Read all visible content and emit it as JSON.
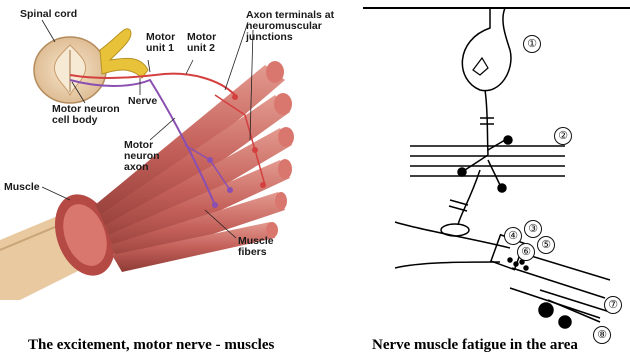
{
  "left_figure": {
    "labels": {
      "spinal_cord": "Spinal cord",
      "motor_unit_1": "Motor\nunit 1",
      "motor_unit_2": "Motor\nunit 2",
      "axon_terminals": "Axon terminals at\nneuromuscular\njunctions",
      "nerve": "Nerve",
      "motor_neuron_cell_body": "Motor neuron\ncell body",
      "motor_neuron_axon": "Motor\nneuron\naxon",
      "muscle": "Muscle",
      "muscle_fibers": "Muscle\nfibers"
    },
    "caption": "The excitement, motor nerve - muscles"
  },
  "right_figure": {
    "markers": [
      "①",
      "②",
      "③",
      "④",
      "⑤",
      "⑥",
      "⑦",
      "⑧"
    ],
    "caption": "Nerve muscle fatigue in the area"
  },
  "colors": {
    "muscle": "#c4605a",
    "muscle_dark": "#8f3b36",
    "nerve_yellow": "#e8c33a",
    "spinal_cord": "#f2d9b8",
    "axon_red": "#d44040",
    "axon_purple": "#8a4fb0"
  }
}
